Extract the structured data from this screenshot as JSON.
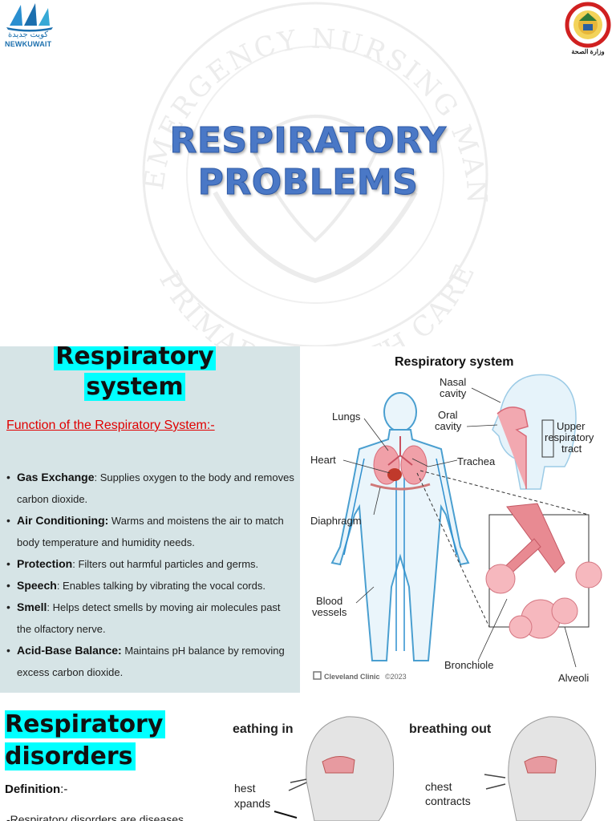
{
  "title_slide": {
    "title_line1": "RESPIRATORY",
    "title_line2": "PROBLEMS",
    "logo_left_brand": "NEWKUWAIT",
    "logo_left_arabic": "كويت جديدة",
    "logo_right_arabic": "وزارة الصحة",
    "watermark_top": "EMERGENCY NURSING MANAGEMENT",
    "watermark_bottom": "PRIMARY HEALTH CARE"
  },
  "system_slide": {
    "heading_line1": "Respiratory",
    "heading_line2": "system",
    "function_title": "Function of the Respiratory System:-",
    "functions": [
      {
        "term": "Gas Exchange",
        "sep": ":",
        "desc": " Supplies oxygen to the body and removes carbon dioxide."
      },
      {
        "term": "Air Conditioning:",
        "sep": "",
        "desc": " Warms and moistens the air to match body temperature and humidity needs."
      },
      {
        "term": "Protection",
        "sep": ":",
        "desc": " Filters out harmful particles and germs."
      },
      {
        "term": "Speech",
        "sep": ":",
        "desc": " Enables talking by vibrating the vocal cords."
      },
      {
        "term": "Smell",
        "sep": ":",
        "desc": " Helps detect smells by moving air molecules past the olfactory nerve."
      },
      {
        "term": "Acid-Base Balance:",
        "sep": "",
        "desc": " Maintains pH balance by removing excess carbon dioxide."
      }
    ]
  },
  "diagram": {
    "title": "Respiratory system",
    "labels": {
      "nasal_1": "Nasal",
      "nasal_2": "cavity",
      "oral_1": "Oral",
      "oral_2": "cavity",
      "lungs": "Lungs",
      "heart": "Heart",
      "trachea": "Trachea",
      "upper_1": "Upper",
      "upper_2": "respiratory",
      "upper_3": "tract",
      "diaphragm": "Diaphragm",
      "blood_1": "Blood",
      "blood_2": "vessels",
      "bronchiole": "Bronchiole",
      "alveoli": "Alveoli",
      "credit": "Cleveland Clinic",
      "year": "©2023"
    }
  },
  "disorders_slide": {
    "heading_line1": "Respiratory",
    "heading_line2": "disorders",
    "definition_label": "Definition",
    "definition_suffix": ":-",
    "definition_text": "-Respiratory disorders are diseases",
    "breath_in": "eathing in",
    "breath_out": "breathing out",
    "chest_in_1": "hest",
    "chest_in_2": "xpands",
    "chest_out_1": "chest",
    "chest_out_2": "contracts"
  },
  "colors": {
    "title_blue": "#4a78c6",
    "highlight_cyan": "#00ffff",
    "function_red": "#e00000",
    "panel_bg": "#d6e4e6"
  }
}
